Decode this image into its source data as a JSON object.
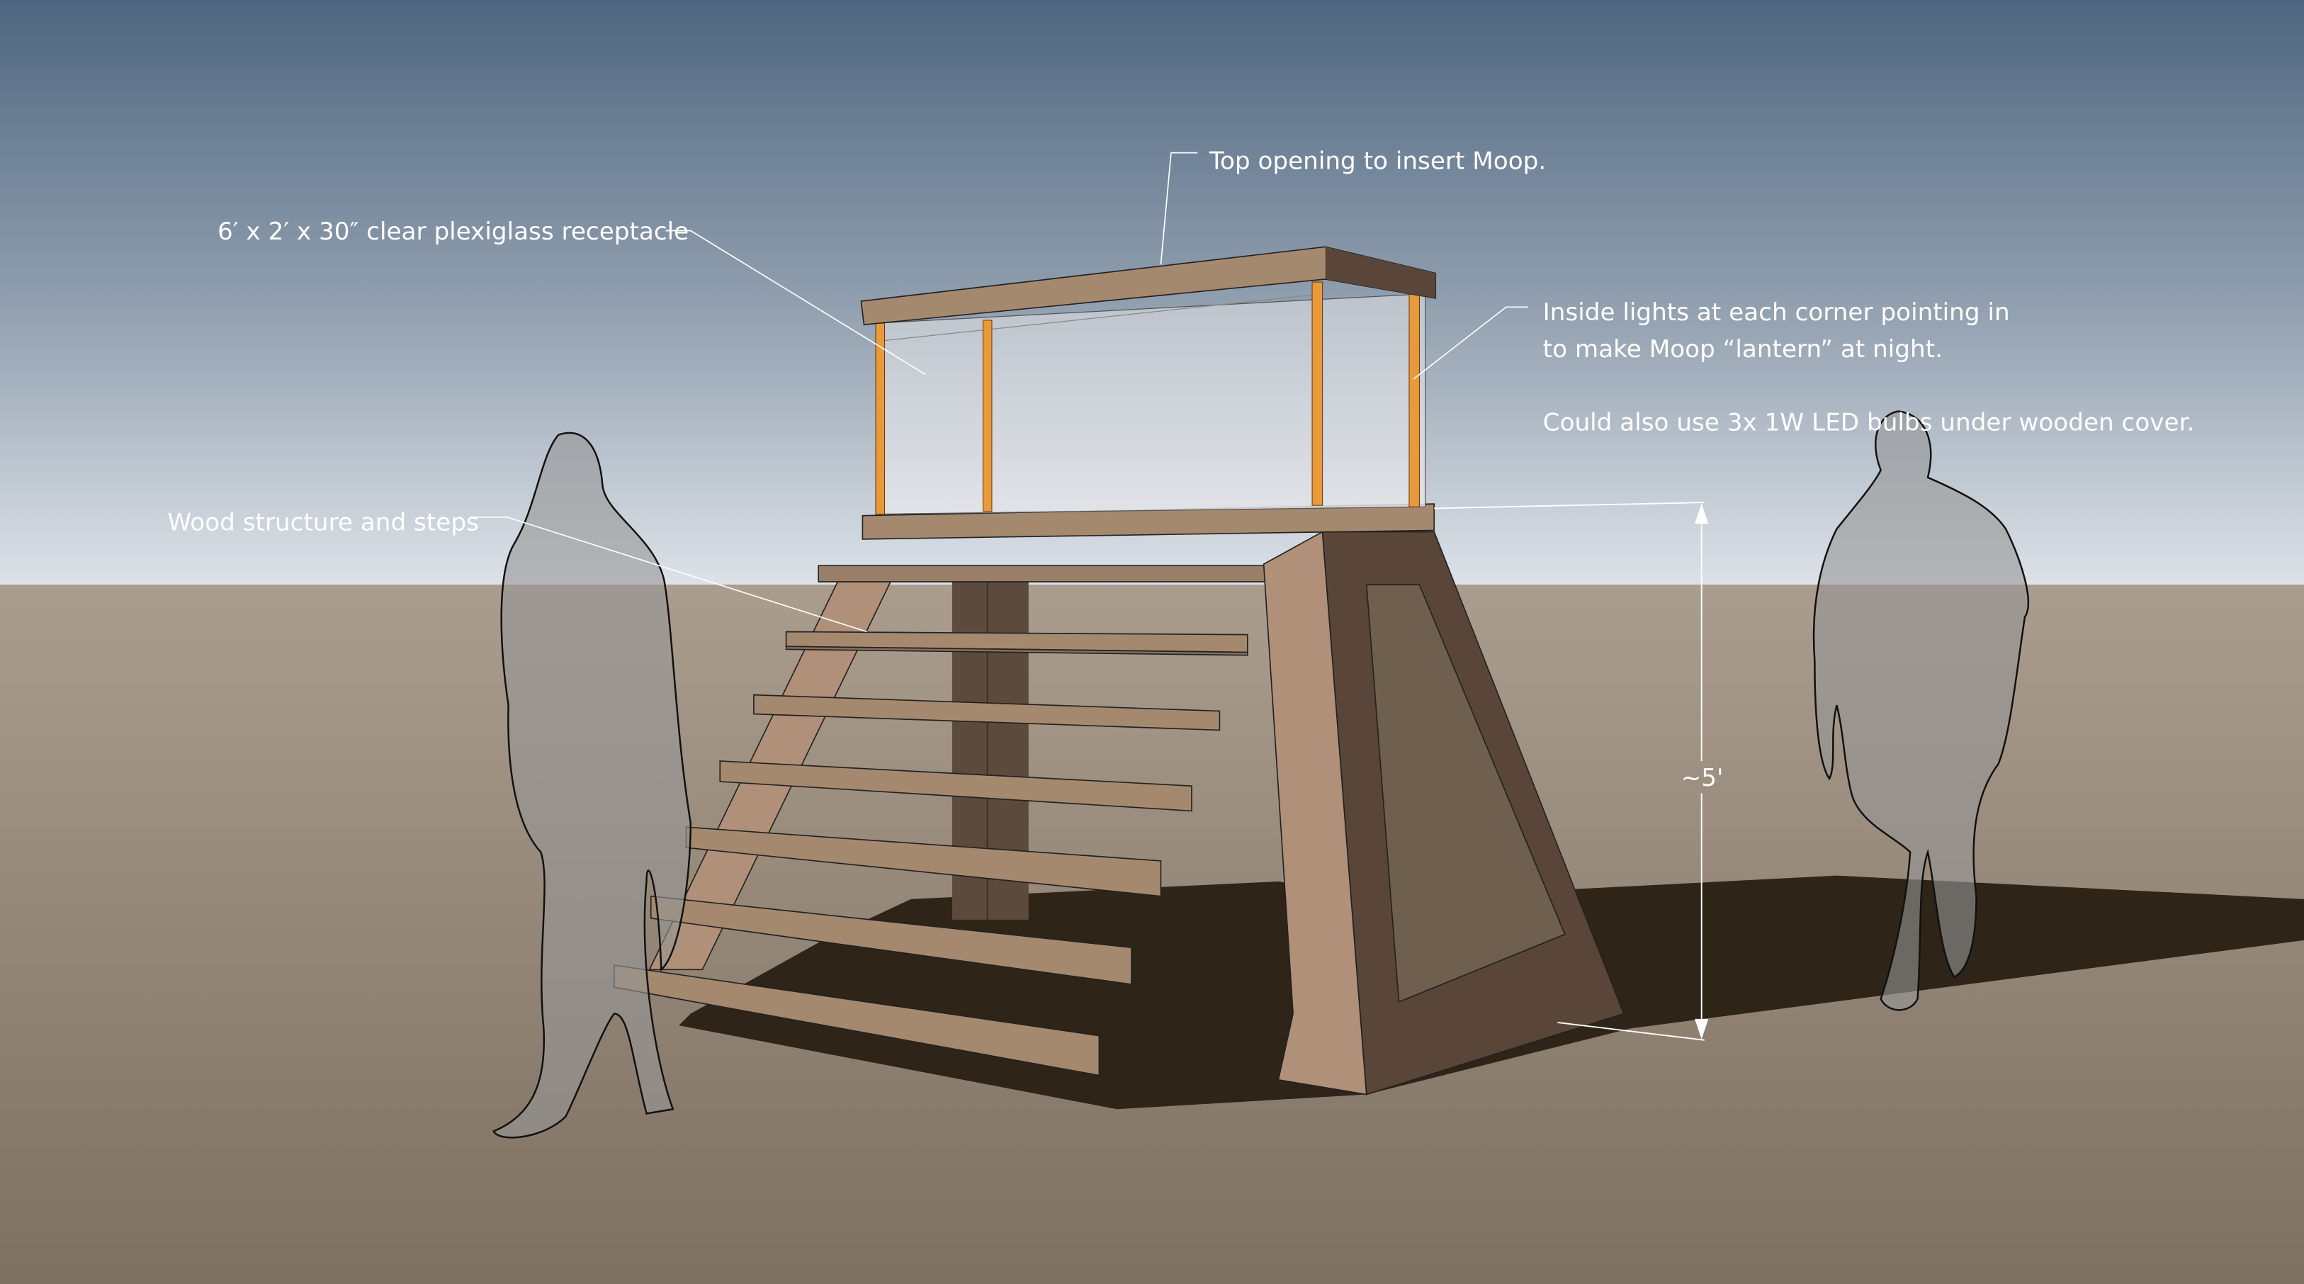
{
  "annotations": {
    "top_opening": "Top opening to insert Moop.",
    "receptacle": "6′ x 2′ x 30″ clear plexiglass receptacle",
    "lights_line1": "Inside lights at each corner pointing in",
    "lights_line2": "to make Moop “lantern” at night.",
    "lights_line3": "Could also use 3x 1W LED bulbs under wooden cover.",
    "wood": "Wood structure and steps",
    "height_dimension": "~5'"
  },
  "colors": {
    "sky_top": "#4f6680",
    "sky_horizon": "#dde2e8",
    "ground_near": "#7e7060",
    "ground_far": "#aa9d8e",
    "wood_light": "#b09078",
    "wood_dark": "#5a4638",
    "light_post": "#e89a3a",
    "shadow": "#2e2418"
  }
}
